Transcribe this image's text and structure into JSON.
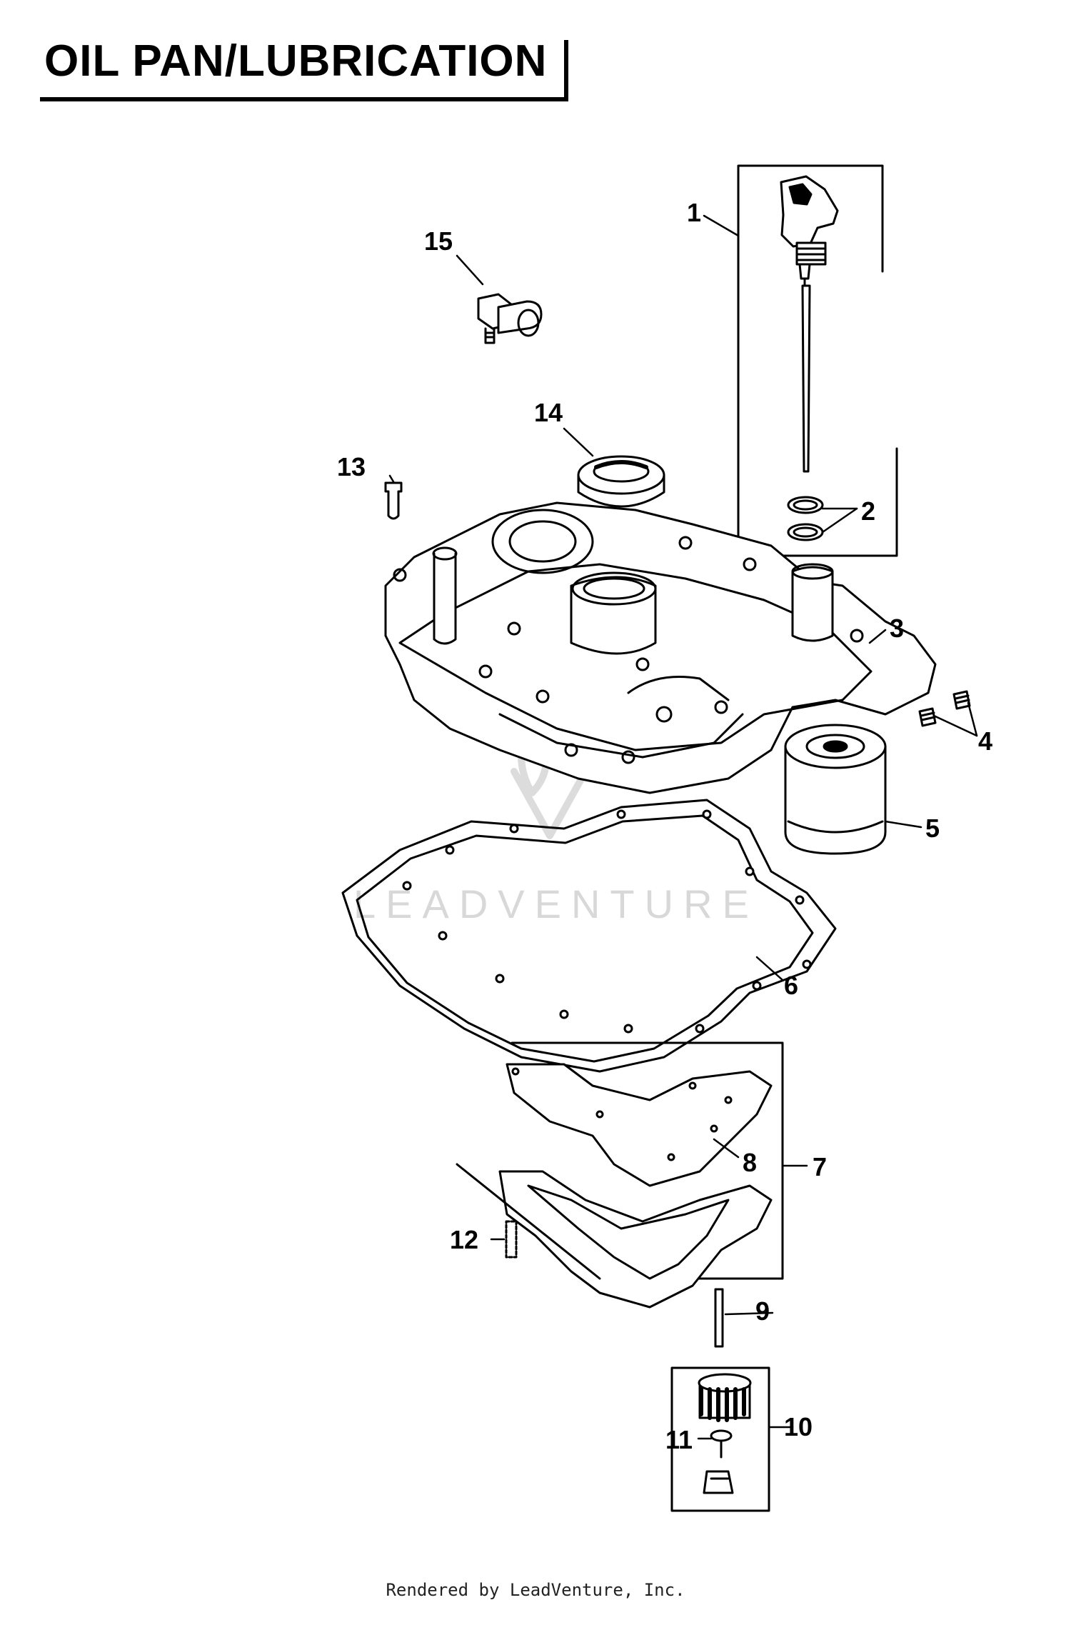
{
  "title": "OIL PAN/LUBRICATION",
  "callouts": {
    "c1": "1",
    "c2": "2",
    "c3": "3",
    "c4": "4",
    "c5": "5",
    "c6": "6",
    "c7": "7",
    "c8": "8",
    "c9": "9",
    "c10": "10",
    "c11": "11",
    "c12": "12",
    "c13": "13",
    "c14": "14",
    "c15": "15"
  },
  "watermark": "LEADVENTURE",
  "footer": "Rendered by LeadVenture, Inc."
}
